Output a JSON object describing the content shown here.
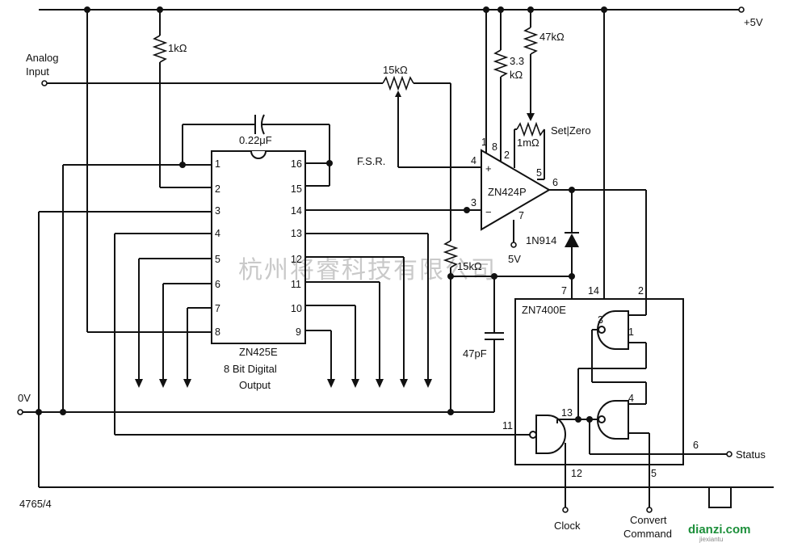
{
  "supply": {
    "pos": "+5V",
    "gnd": "0V"
  },
  "signals": {
    "analog_input": [
      "Analog",
      "Input"
    ],
    "status": "Status",
    "clock": "Clock",
    "convert_command": [
      "Convert",
      "Command"
    ],
    "fsr": "F.S.R.",
    "set_zero": "Set|Zero",
    "neg5": "5V"
  },
  "components": {
    "r1": "1kΩ",
    "r_pot_fsr": "15kΩ",
    "r_3_3k": [
      "3.3",
      "kΩ"
    ],
    "r_47k": "47kΩ",
    "r_1m": "1mΩ",
    "r_15k": "15kΩ",
    "c_022": "0.22μF",
    "c_47p": "47pF",
    "diode": "1N914"
  },
  "adc": {
    "name": "ZN425E",
    "caption": [
      "8 Bit Digital",
      "Output"
    ],
    "left_pins": [
      "1",
      "2",
      "3",
      "4",
      "5",
      "6",
      "7",
      "8"
    ],
    "right_pins": [
      "16",
      "15",
      "14",
      "13",
      "12",
      "11",
      "10",
      "9"
    ]
  },
  "opamp": {
    "name": "ZN424P",
    "plus": "+",
    "minus": "−",
    "pins": {
      "p1": "1",
      "p8": "8",
      "p2": "2",
      "p4": "4",
      "p3": "3",
      "p5": "5",
      "p6": "6",
      "p7": "7"
    }
  },
  "gates": {
    "name": "ZN7400E",
    "pins": {
      "p7": "7",
      "p14": "14",
      "p2": "2",
      "p3": "3",
      "p1": "1",
      "p4": "4",
      "p13": "13",
      "p11": "11",
      "p12": "12",
      "p5": "5",
      "p6": "6"
    }
  },
  "ref": "4765/4",
  "watermark": "杭州将睿科技有限公司",
  "logo": {
    "text": "dianzi.com",
    "sub": "jiexiantu"
  }
}
